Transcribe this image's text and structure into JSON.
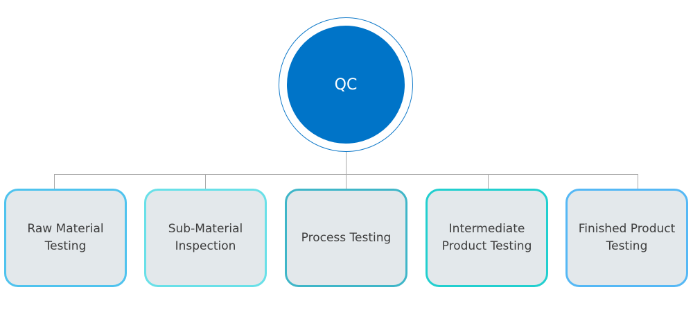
{
  "root": {
    "label": "QC",
    "fill_color": "#0074c8",
    "ring_color": "#0f79c9"
  },
  "connector_color": "#a8a8a8",
  "children": [
    {
      "label": "Raw Material Testing",
      "border_color": "#4fc3ee"
    },
    {
      "label": "Sub-Material Inspection",
      "border_color": "#69e0e8"
    },
    {
      "label": "Process Testing",
      "border_color": "#3fb6c8"
    },
    {
      "label": "Intermediate Product Testing",
      "border_color": "#22cfcf"
    },
    {
      "label": "Finished Product Testing",
      "border_color": "#55b8f5"
    }
  ]
}
